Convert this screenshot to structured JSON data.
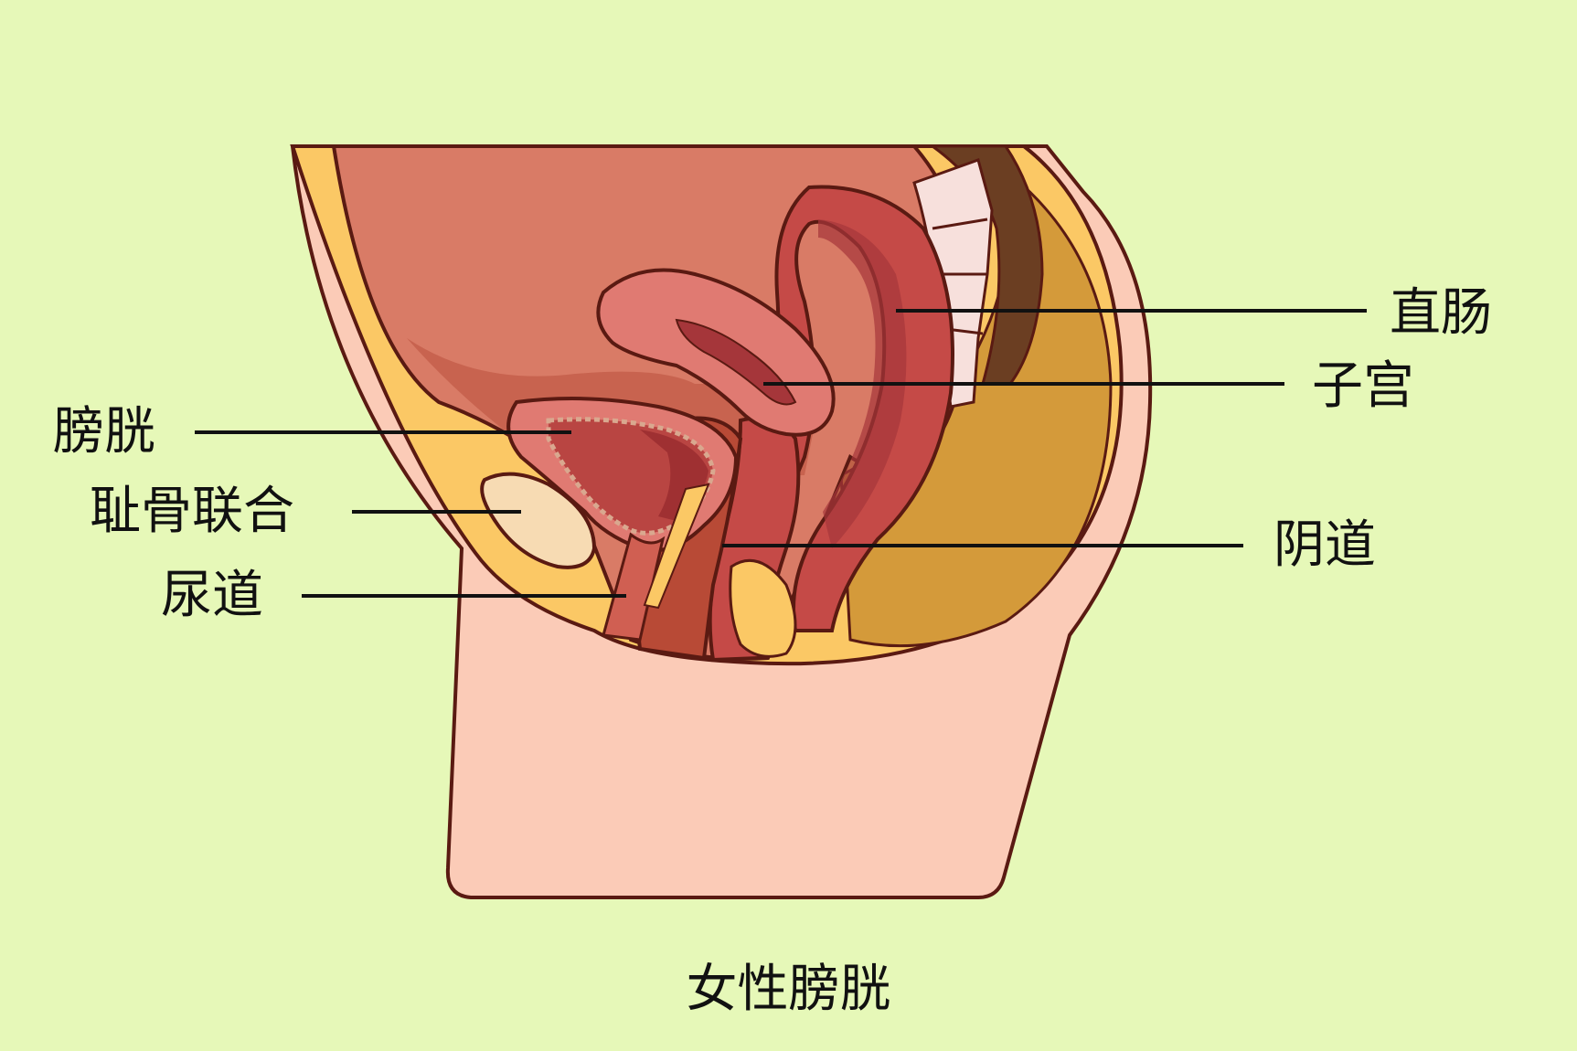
{
  "diagram": {
    "caption": "女性膀胱",
    "labels": {
      "bladder": "膀胱",
      "pubic_symphysis": "耻骨联合",
      "urethra": "尿道",
      "rectum": "直肠",
      "uterus": "子宫",
      "vagina": "阴道"
    }
  },
  "colors": {
    "background": "#e6f8b8",
    "skin": "#fbcbb7",
    "fat": "#fbc865",
    "outline": "#5a1a12",
    "organ_wall": "#e07a72",
    "organ_inner": "#b94542",
    "intestine": "#d87b66"
  }
}
